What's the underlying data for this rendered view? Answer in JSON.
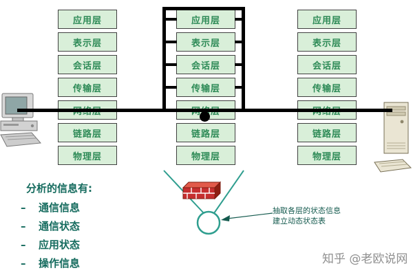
{
  "osi": {
    "layers": [
      "应用层",
      "表示层",
      "会话层",
      "传输层",
      "网络层",
      "链路层",
      "物理层"
    ]
  },
  "analysis": {
    "title": "分析的信息有:",
    "bullet": "–",
    "items": [
      "通信信息",
      "通信状态",
      "应用状态",
      "操作信息"
    ]
  },
  "annotation": {
    "line1": "抽取各层的状态信息",
    "line2": "建立动态状态表"
  },
  "watermark": "知乎 @老欧说网",
  "icons": {
    "left_computer": "workstation-computer-icon",
    "right_computer": "tower-computer-icon",
    "firewall": "brick-firewall-icon",
    "inspector": "state-table-circle",
    "tap_point": "connection-dot"
  },
  "colors": {
    "layer_box_fill": "#d9efd9",
    "layer_box_text": "#2e8b57",
    "backbone_line": "#000000",
    "inspect_line": "#2f9e8f",
    "annotation_text": "#145a4e",
    "brick_red": "#c62f2f",
    "watermark_text": "#8f8f8f"
  }
}
